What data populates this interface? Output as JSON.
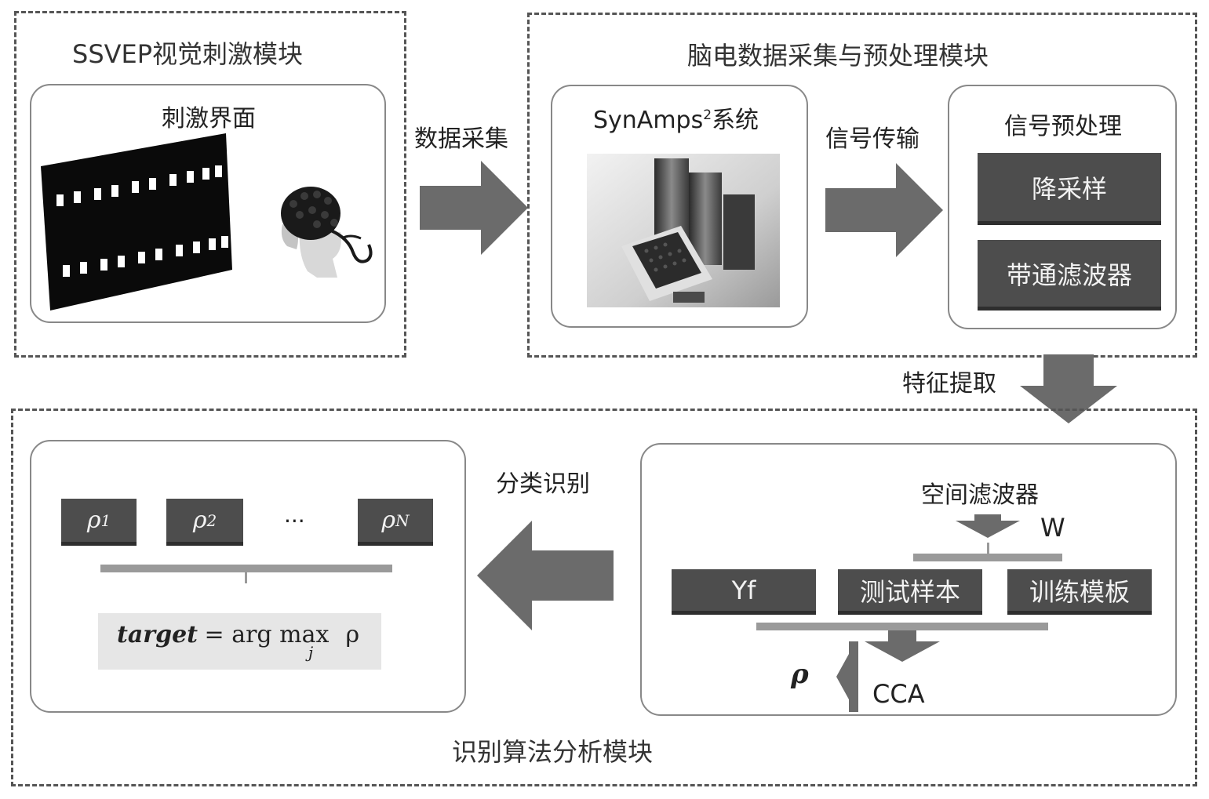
{
  "modules": {
    "stimulus": {
      "title": "SSVEP视觉刺激模块"
    },
    "acquisition": {
      "title": "脑电数据采集与预处理模块"
    },
    "recognition": {
      "title": "识别算法分析模块"
    }
  },
  "panels": {
    "interface": {
      "title": "刺激界面"
    },
    "synamps": {
      "title_main": "SynAmps",
      "title_sup": "2",
      "title_suffix": "系统"
    },
    "preprocess": {
      "title": "信号预处理",
      "steps": [
        "降采样",
        "带通滤波器"
      ]
    },
    "cca": {
      "spatial_filter": "空间滤波器",
      "weight": "W",
      "inputs": [
        "Yf",
        "测试样本",
        "训练模板"
      ],
      "method": "CCA",
      "output": "ρ"
    },
    "classification": {
      "rho": [
        "ρ",
        "ρ",
        "ρ"
      ],
      "rho_sub": [
        "1",
        "2",
        "N"
      ],
      "ellipsis": "···",
      "formula_target": "target",
      "formula_eq": " = arg max",
      "formula_sub": "j",
      "formula_rho": " ρ"
    }
  },
  "flows": {
    "data_acquisition": "数据采集",
    "signal_transfer": "信号传输",
    "feature_extraction": "特征提取",
    "classification": "分类识别"
  },
  "colors": {
    "arrow": "#6b6b6b",
    "box": "#4d4d4d",
    "bar": "#9a9a9a"
  }
}
